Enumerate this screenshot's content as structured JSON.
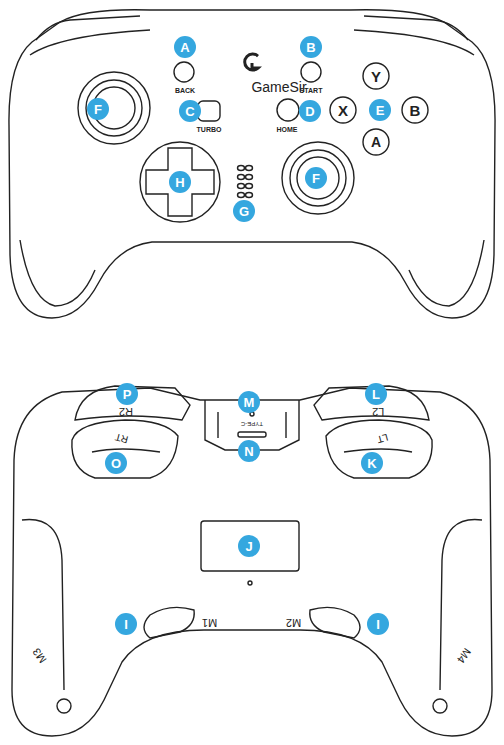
{
  "diagram": {
    "nodes": [
      {
        "text": [
          "A"
        ]
      },
      {
        "text": [
          "B"
        ]
      },
      {
        "text": [
          "F"
        ]
      },
      {
        "text": [
          "C"
        ]
      },
      {
        "text": [
          "D"
        ]
      },
      {
        "text": [
          "E"
        ]
      },
      {
        "text": [
          "H"
        ]
      },
      {
        "text": [
          "F"
        ]
      },
      {
        "text": [
          "G"
        ]
      },
      {
        "text": [
          "P"
        ]
      },
      {
        "text": [
          "M"
        ]
      },
      {
        "text": [
          "L"
        ]
      },
      {
        "text": [
          "N"
        ]
      },
      {
        "text": [
          "O"
        ]
      },
      {
        "text": [
          "K"
        ]
      },
      {
        "text": [
          "J"
        ]
      },
      {
        "text": [
          "I"
        ]
      },
      {
        "text": [
          "I"
        ]
      }
    ],
    "edges": [],
    "labels": [
      "GameSir",
      "BACK",
      "START",
      "TURBO",
      "HOME",
      "Y",
      "X",
      "B",
      "A",
      "R2",
      "L2",
      "TYPE-C",
      "RT",
      "LT",
      "M1",
      "M2",
      "M3",
      "M4"
    ]
  }
}
